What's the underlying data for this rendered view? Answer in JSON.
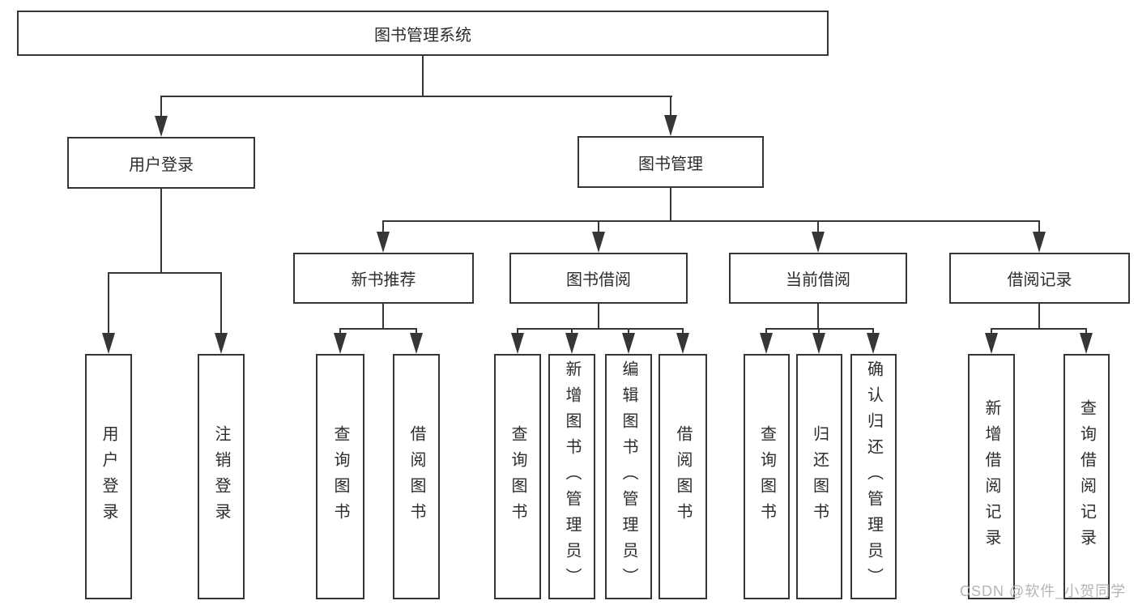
{
  "diagram": {
    "root": {
      "label": "图书管理系统"
    },
    "level2": [
      {
        "label": "用户登录"
      },
      {
        "label": "图书管理"
      }
    ],
    "level3": [
      {
        "label": "新书推荐"
      },
      {
        "label": "图书借阅"
      },
      {
        "label": "当前借阅"
      },
      {
        "label": "借阅记录"
      }
    ],
    "leaves": {
      "user_login": {
        "label": "用户登录"
      },
      "logout": {
        "label": "注销登录"
      },
      "recommend_query_books": {
        "label": "查询图书"
      },
      "recommend_borrow_books": {
        "label": "借阅图书"
      },
      "borrow_query_books": {
        "label": "查询图书"
      },
      "borrow_add_books": {
        "label": "新增图书（管理员）"
      },
      "borrow_edit_books": {
        "label": "编辑图书（管理员）"
      },
      "borrow_borrow_books": {
        "label": "借阅图书"
      },
      "current_query_books": {
        "label": "查询图书"
      },
      "current_return_books": {
        "label": "归还图书"
      },
      "current_confirm_return": {
        "label": "确认归还（管理员）"
      },
      "records_add_record": {
        "label": "新增借阅记录"
      },
      "records_query_record": {
        "label": "查询借阅记录"
      }
    },
    "watermark": "CSDN @软件_小贺同学",
    "colors": {
      "line": "#363636",
      "box_border": "#353535",
      "text": "#2d2d2d",
      "watermark": "#b5b5b5",
      "background": "#ffffff"
    }
  }
}
